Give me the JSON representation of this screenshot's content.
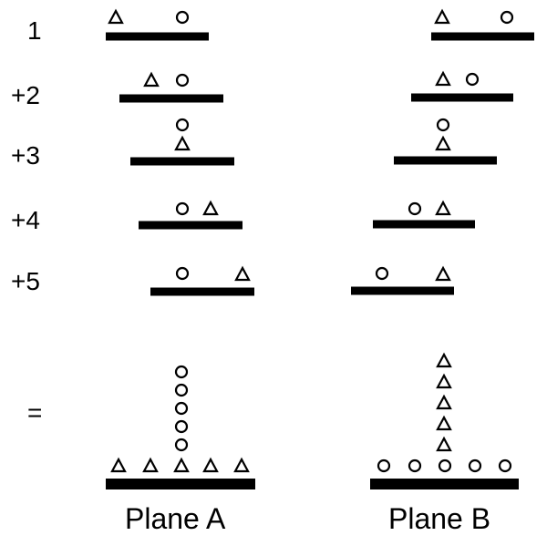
{
  "row_labels": [
    "1",
    "+2",
    "+3",
    "+4",
    "+5",
    "="
  ],
  "plane_labels": [
    "Plane A",
    "Plane B"
  ],
  "symbols": {
    "circle": "circle-marker",
    "triangle": "triangle-marker"
  },
  "colors": {
    "ink": "#000000",
    "background": "#ffffff"
  }
}
